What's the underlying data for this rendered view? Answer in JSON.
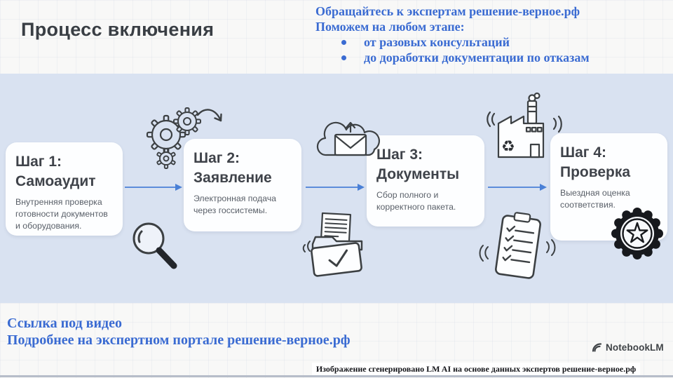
{
  "header": {
    "title": "Процесс включения",
    "expert_note": {
      "line1": "Обращайтесь к экспертам решение-верное.рф",
      "line2": "Поможем на любом этапе:",
      "bullets": [
        "от разовых консультаций",
        "до доработки документации по отказам"
      ]
    }
  },
  "steps": [
    {
      "title": "Шаг 1:",
      "subtitle": "Самоаудит",
      "description": "Внутренняя проверка готовности документов и оборудования."
    },
    {
      "title": "Шаг 2:",
      "subtitle": "Заявление",
      "description": "Электронная подача через госсистемы."
    },
    {
      "title": "Шаг 3:",
      "subtitle": "Документы",
      "description": "Сбор полного и корректного пакета."
    },
    {
      "title": "Шаг 4:",
      "subtitle": "Проверка",
      "description": "Выездная оценка соответствия."
    }
  ],
  "icons": {
    "recycle_glyph": "♻",
    "names": [
      "gears-icon",
      "curved-arrow-icon",
      "magnifier-icon",
      "cloud-mail-icon",
      "folder-check-icon",
      "factory-icon",
      "clipboard-checklist-icon",
      "star-badge-icon",
      "notebooklm-logo-icon",
      "flow-arrow"
    ]
  },
  "footer": {
    "link_line1": "Ссылка под видео",
    "link_line2": "Подробнее на экспертном портале решение-верное.рф",
    "brand": "NotebookLM",
    "caption": "Изображение сгенерировано LM AI на основе данных экспертов решение-верное.рф"
  },
  "colors": {
    "accent_blue": "#3a6bd2",
    "band_blue": "#d9e2f1",
    "arrow_blue": "#4a80d6",
    "ink": "#3c4043",
    "badge_black": "#17191d"
  }
}
